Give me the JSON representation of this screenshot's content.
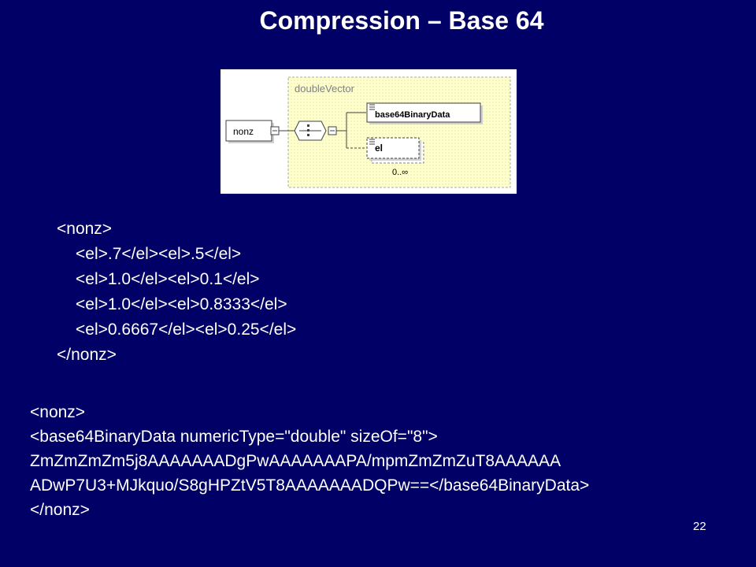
{
  "slide": {
    "title": "Compression – Base 64",
    "page_number": "22"
  },
  "diagram": {
    "container_label": "doubleVector",
    "root_element": "nonz",
    "child1": "base64BinaryData",
    "child2": "el",
    "child2_occurs": "0..∞"
  },
  "example1": {
    "open": "<nonz>",
    "lines": [
      "<el>.7</el><el>.5</el>",
      "<el>1.0</el><el>0.1</el>",
      "<el>1.0</el><el>0.8333</el>",
      "<el>0.6667</el><el>0.25</el>"
    ],
    "close": "</nonz>"
  },
  "example2": {
    "open": "<nonz>",
    "lines": [
      "<base64BinaryData numericType=\"double\" sizeOf=\"8\">",
      "ZmZmZmZm5j8AAAAAAADgPwAAAAAAAPA/mpmZmZmZuT8AAAAAA",
      "ADwP7U3+MJkquo/S8gHPZtV5T8AAAAAAADQPw==</base64BinaryData>"
    ],
    "close": "</nonz>"
  },
  "colors": {
    "background": "#000066",
    "text": "#ffffff",
    "diagram_box": "#ffffcc"
  }
}
